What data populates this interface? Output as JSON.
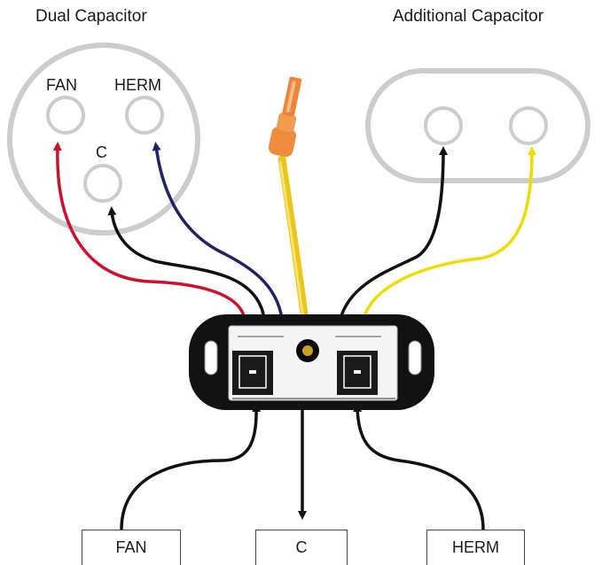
{
  "titles": {
    "dual": "Dual Capacitor",
    "additional": "Additional Capacitor"
  },
  "dual_labels": {
    "fan": "FAN",
    "herm": "HERM",
    "c": "C"
  },
  "boxes": {
    "fan": "FAN",
    "c": "C",
    "herm": "HERM"
  },
  "wire_colors": {
    "fan": "#d0102a",
    "herm": "#1f2466",
    "common": "#111111",
    "yellow": "#f0dc00",
    "ring": "#cccccc"
  }
}
